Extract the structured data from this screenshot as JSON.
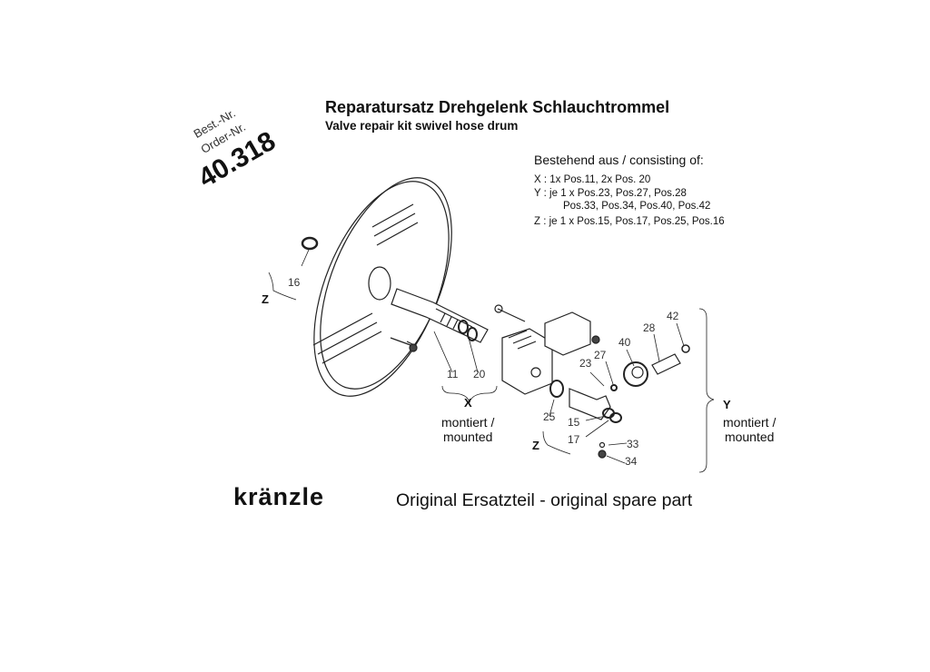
{
  "header": {
    "order_label_de": "Best.-Nr.",
    "order_label_en": "Order-Nr.",
    "order_number": "40.318",
    "title_de": "Reparatursatz Drehgelenk Schlauchtrommel",
    "title_en": "Valve repair kit swivel hose drum"
  },
  "contents": {
    "heading": "Bestehend aus / consisting of:",
    "lines": [
      "X : 1x Pos.11, 2x Pos. 20",
      "Y : je 1 x Pos.23, Pos.27, Pos.28",
      "Pos.33, Pos.34, Pos.40, Pos.42",
      "Z : je 1 x Pos.15, Pos.17, Pos.25, Pos.16"
    ]
  },
  "diagram": {
    "part_labels": [
      "16",
      "11",
      "20",
      "25",
      "15",
      "17",
      "33",
      "34",
      "23",
      "27",
      "40",
      "28",
      "42"
    ],
    "group_x": {
      "letter": "X",
      "note1": "montiert /",
      "note2": "mounted"
    },
    "group_y": {
      "letter": "Y",
      "note1": "montiert /",
      "note2": "mounted"
    },
    "group_z": "Z"
  },
  "footer": {
    "logo": "kränzle",
    "text": "Original Ersatzteil - original spare part"
  }
}
